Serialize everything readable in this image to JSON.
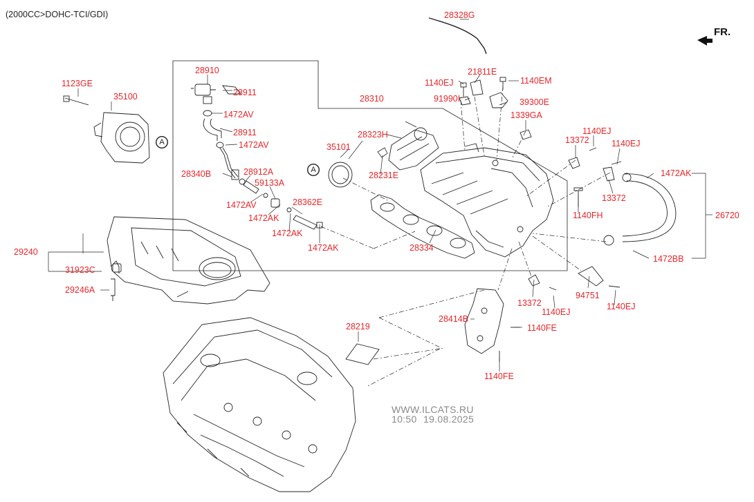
{
  "header": {
    "variant": "(2000CC>DOHC-TCI/GDI)"
  },
  "direction": {
    "label": "FR."
  },
  "callouts": {
    "ref_a": "A"
  },
  "watermark": {
    "site": "WWW.ILCATS.RU",
    "time": "10:50",
    "date": "19.08.2025"
  },
  "parts": {
    "p28328g": "28328G",
    "p28910": "28910",
    "p28911a": "28911",
    "p1472av_a": "1472AV",
    "p28911b": "28911",
    "p1472av_b": "1472AV",
    "p28340b": "28340B",
    "p28912a": "28912A",
    "p59133a": "59133A",
    "p1472av_c": "1472AV",
    "p1472ak_a": "1472AK",
    "p28362e": "28362E",
    "p1472ak_b": "1472AK",
    "p1472ak_c": "1472AK",
    "p1123ge": "1123GE",
    "p35100": "35100",
    "p28310": "28310",
    "p1140ej_a": "1140EJ",
    "p21811e": "21811E",
    "p1140em": "1140EM",
    "p91990i": "91990I",
    "p39300e": "39300E",
    "p1339ga": "1339GA",
    "p28323h": "28323H",
    "p35101": "35101",
    "p28231e": "28231E",
    "p13372_a": "13372",
    "p1140ej_b": "1140EJ",
    "p1140ej_c": "1140EJ",
    "p1472ak_d": "1472AK",
    "p13372_b": "13372",
    "p1140fh": "1140FH",
    "p26720": "26720",
    "p28334": "28334",
    "p1472bb": "1472BB",
    "p29240": "29240",
    "p31923c": "31923C",
    "p29246a": "29246A",
    "p13372_c": "13372",
    "p1140ej_d": "1140EJ",
    "p94751": "94751",
    "p1140ej_e": "1140EJ",
    "p28414b": "28414B",
    "p1140fe_a": "1140FE",
    "p28219": "28219",
    "p1140fe_b": "1140FE"
  }
}
